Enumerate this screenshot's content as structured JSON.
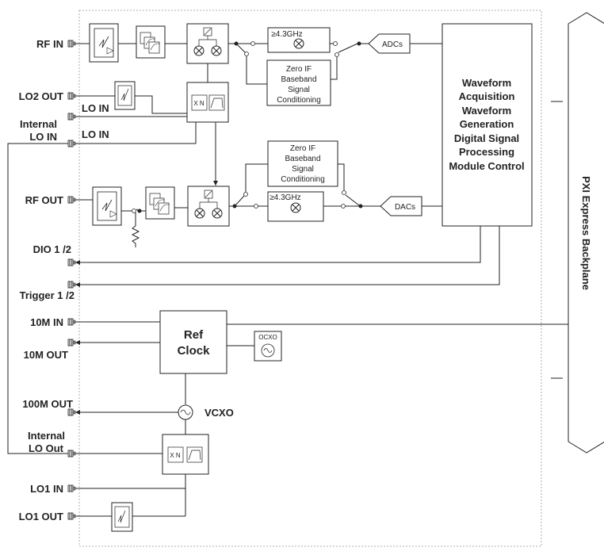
{
  "ports": {
    "rf_in": "RF IN",
    "lo2_out": "LO2 OUT",
    "internal_lo_in_line1": "Internal",
    "internal_lo_in_line2": "LO IN",
    "rf_out": "RF OUT",
    "dio": "DIO 1 /2",
    "trigger": "Trigger 1 /2",
    "m10_in": "10M IN",
    "m10_out": "10M OUT",
    "m100_out": "100M OUT",
    "internal_lo_out_line1": "Internal",
    "internal_lo_out_line2": "LO Out",
    "lo1_in": "LO1 IN",
    "lo1_out": "LO1 OUT"
  },
  "labels": {
    "lo_in_a": "LO  IN",
    "lo_in_b": "LO  IN",
    "band_rx": "≥4.3GHz",
    "band_tx": "≥4.3GHz",
    "adcs": "ADCs",
    "dacs": "DACs",
    "xn": "X N",
    "xn2": "X N",
    "ocxo": "OCXO",
    "vcxo": "VCXO"
  },
  "zero_if_rx": [
    "Zero IF",
    "Baseband",
    "Signal",
    "Conditioning"
  ],
  "zero_if_tx": [
    "Zero IF",
    "Baseband",
    "Signal",
    "Conditioning"
  ],
  "waveform_block": [
    "Waveform",
    "Acquisition",
    "Waveform",
    "Generation",
    "Digital Signal",
    "Processing",
    "Module Control"
  ],
  "ref_clock": [
    "Ref",
    "Clock"
  ],
  "backplane": "PXI Express Backplane"
}
